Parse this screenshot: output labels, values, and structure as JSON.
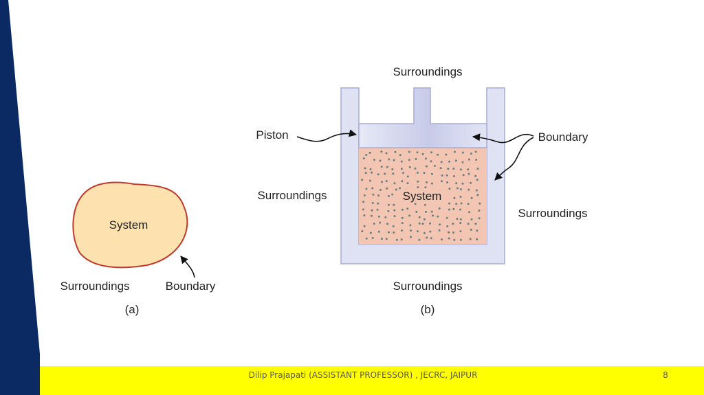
{
  "diagram_a": {
    "system_label": "System",
    "surroundings_label": "Surroundings",
    "boundary_label": "Boundary",
    "caption": "(a)"
  },
  "diagram_b": {
    "surroundings_top": "Surroundings",
    "surroundings_left": "Surroundings",
    "surroundings_right": "Surroundings",
    "surroundings_bottom": "Surroundings",
    "piston_label": "Piston",
    "boundary_label": "Boundary",
    "system_label": "System",
    "caption": "(b)"
  },
  "footer": {
    "author_text": "Dilip Prajapati (ASSISTANT PROFESSOR) , JECRC, JAIPUR",
    "page_number": "8"
  },
  "colors": {
    "side_bar": "#0b2a63",
    "footer_bar": "#ffff00",
    "system_fill_a": "#fde2b0",
    "boundary_stroke_a": "#c0392b",
    "gas_fill": "#f3c6b3",
    "cylinder_fill": "#dfe2f3",
    "cylinder_stroke": "#a7acd4",
    "dot_color": "#6b7d7f"
  }
}
